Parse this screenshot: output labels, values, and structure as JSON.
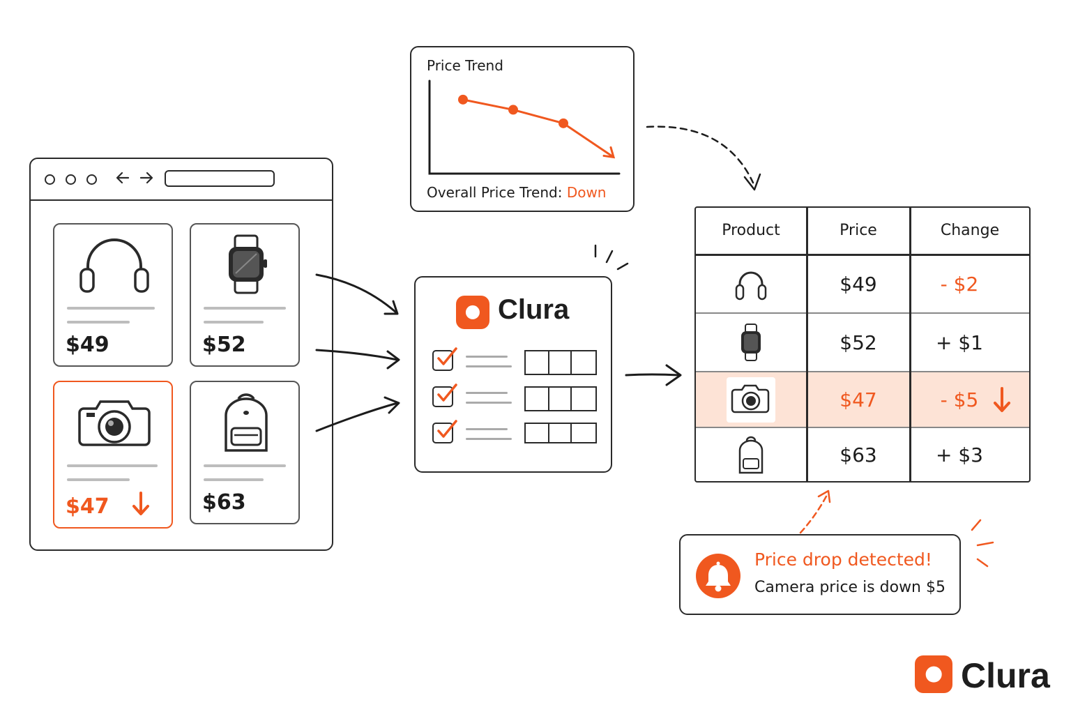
{
  "products": [
    {
      "icon": "headphones-icon",
      "price": "$49"
    },
    {
      "icon": "smartwatch-icon",
      "price": "$52"
    },
    {
      "icon": "camera-icon",
      "price": "$47",
      "highlighted": true
    },
    {
      "icon": "backpack-icon",
      "price": "$63"
    }
  ],
  "chart": {
    "title": "Price Trend",
    "trend_label": "Overall Price Trend:",
    "trend_value": "Down"
  },
  "chart_data": {
    "type": "line",
    "title": "Price Trend",
    "series": [
      {
        "values": [
          4,
          3.4,
          2.6,
          0.6
        ]
      }
    ],
    "x": [
      1,
      2,
      3,
      4
    ],
    "grid": false
  },
  "processor": {
    "brand": "Clura",
    "checked_items": 3
  },
  "table": {
    "headers": [
      "Product",
      "Price",
      "Change"
    ],
    "rows": [
      {
        "icon": "headphones-icon",
        "price": "$49",
        "change": "- $2",
        "change_color": "orange"
      },
      {
        "icon": "smartwatch-icon",
        "price": "$52",
        "change": "+ $1",
        "change_color": "dark"
      },
      {
        "icon": "camera-icon",
        "price": "$47",
        "change": "- $5",
        "change_color": "orange",
        "highlighted": true
      },
      {
        "icon": "backpack-icon",
        "price": "$63",
        "change": "+ $3",
        "change_color": "dark"
      }
    ]
  },
  "alert": {
    "title": "Price drop detected!",
    "message": "Camera price is down $5"
  },
  "brand": {
    "name": "Clura"
  },
  "colors": {
    "accent": "#f0581f",
    "ink": "#1c1c1c",
    "highlight_bg": "#fde3d6"
  }
}
